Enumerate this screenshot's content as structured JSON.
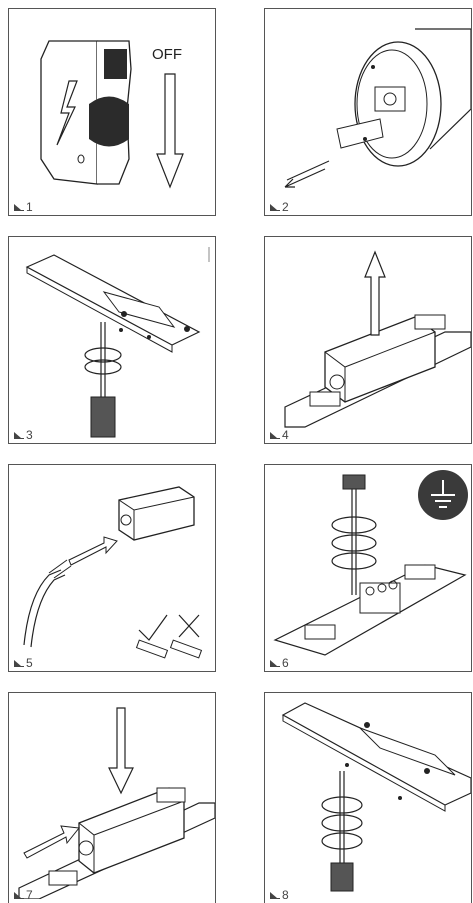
{
  "panels": [
    {
      "step": "1",
      "text": "OFF"
    },
    {
      "step": "2"
    },
    {
      "step": "3"
    },
    {
      "step": "4"
    },
    {
      "step": "5"
    },
    {
      "step": "6"
    },
    {
      "step": "7"
    },
    {
      "step": "8"
    }
  ],
  "icons": {
    "step_marker": "screwdriver-icon",
    "ground": "ground-earth-icon",
    "ok": "check-icon",
    "not_ok": "cross-icon"
  }
}
